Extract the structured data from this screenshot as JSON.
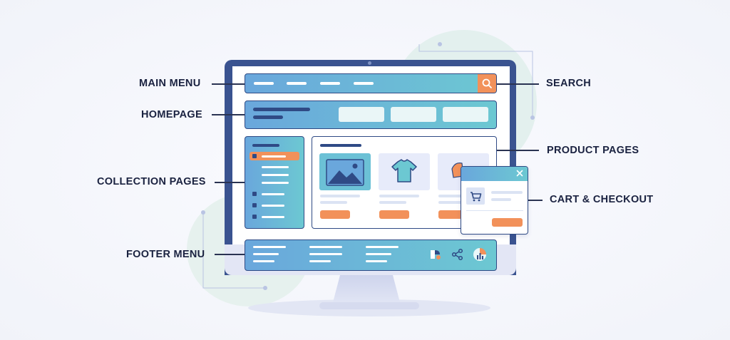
{
  "labels": {
    "main_menu": "MAIN MENU",
    "homepage": "HOMEPAGE",
    "collection_pages": "COLLECTION PAGES",
    "footer_menu": "FOOTER MENU",
    "search": "SEARCH",
    "product_pages": "PRODUCT PAGES",
    "cart_checkout": "CART & CHECKOUT"
  },
  "icons": {
    "search": "search-icon",
    "close": "close-icon",
    "cart": "cart-icon",
    "landscape": "image-icon",
    "tshirt": "tshirt-icon",
    "hat": "hat-icon",
    "footer_1": "brand-icon",
    "footer_2": "share-icon",
    "footer_3": "chart-icon"
  },
  "colors": {
    "accent": "#f2915a",
    "frame": "#3a5390",
    "gradient_start": "#6aa7dc",
    "gradient_end": "#6cc8d2",
    "text": "#1a2240"
  }
}
